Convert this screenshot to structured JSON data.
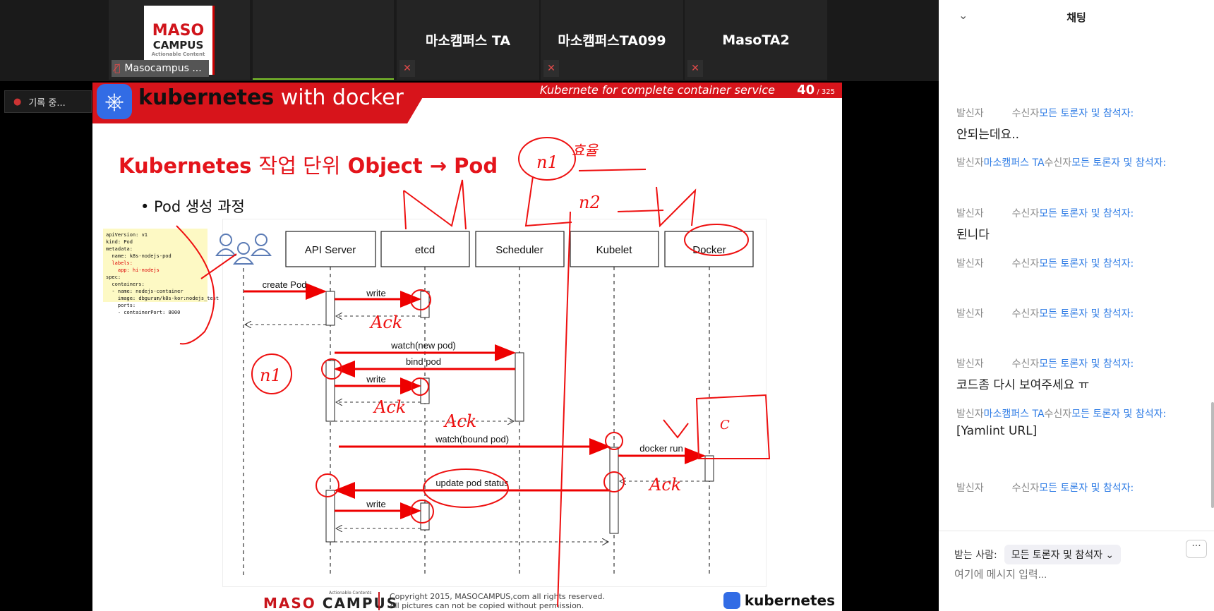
{
  "participants": [
    {
      "name": "Masocampus ...",
      "logo": {
        "maso": "MASO",
        "campus": "CAMPUS",
        "tag": "Actionable Content"
      }
    },
    {
      "name": ""
    },
    {
      "name": "마소캠퍼스 TA"
    },
    {
      "name": "마소캠퍼스TA099"
    },
    {
      "name": "MasoTA2"
    }
  ],
  "recording": {
    "label": "기록 중..."
  },
  "slide": {
    "header_title_bold": "kubernetes",
    "header_title": " with docker",
    "header_subtitle": "Kubernete for complete container service",
    "page": "40",
    "total": " / 325",
    "title_a": "Kubernetes ",
    "title_b": "작업 단위",
    "title_c": " Object → Pod",
    "bullet": "•    Pod 생성 과정",
    "yaml": [
      "apiVersion: v1",
      "kind: Pod",
      "metadata:",
      "  name: k8s-nodejs-pod",
      "  labels:",
      "    app: hi-nodejs",
      "spec:",
      "  containers:",
      "  - name: nodejs-container",
      "    image: dbgurum/k8s-kor:nodejs_test",
      "    ports:",
      "    - containerPort: 8000"
    ],
    "actors": [
      "API Server",
      "etcd",
      "Scheduler",
      "Kubelet",
      "Docker"
    ],
    "messages": [
      "create Pod",
      "write",
      "watch(new pod)",
      "bind pod",
      "write",
      "watch(bound pod)",
      "docker run",
      "update pod status",
      "write"
    ],
    "annotations": [
      "n1",
      "효율",
      "M",
      "n2",
      "N",
      "n1",
      "Ack",
      "Ack",
      "Ack",
      "Ack",
      "C"
    ],
    "footer": {
      "tag": "Actionable Contents",
      "maso": "MASO",
      "campus": "CAMPUS",
      "copyright1": "Copyright 2015, MASOCAMPUS,com all rights reserved.",
      "copyright2": "All pictures can not be copied without permission.",
      "k8s": "kubernetes"
    }
  },
  "chat": {
    "title": "채팅",
    "sender_label": "발신자",
    "receiver_label": "수신자",
    "everyone": "모든 토론자 및 참석자:",
    "ta": "마소캠퍼스 TA",
    "messages": [
      "안되는데요..",
      "된니다",
      "코드좀 다시 보여주세요 ㅠ",
      "[Yamlint URL]"
    ],
    "to_label": "받는 사람:",
    "to_value": "모든 토론자 및 참석자",
    "input_placeholder": "여기에 메시지 입력...",
    "more": "···"
  }
}
